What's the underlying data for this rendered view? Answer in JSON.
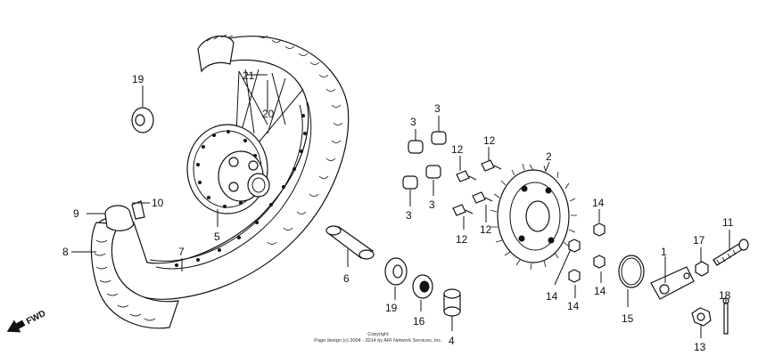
{
  "labels": {
    "p1": "1",
    "p2": "2",
    "p3a": "3",
    "p3b": "3",
    "p3c": "3",
    "p3d": "3",
    "p4": "4",
    "p5": "5",
    "p6": "6",
    "p7": "7",
    "p8": "8",
    "p9": "9",
    "p10": "10",
    "p11": "11",
    "p12a": "12",
    "p12b": "12",
    "p12c": "12",
    "p12d": "12",
    "p13": "13",
    "p14a": "14",
    "p14b": "14",
    "p14c": "14",
    "p14d": "14",
    "p15": "15",
    "p16": "16",
    "p17": "17",
    "p18": "18",
    "p19a": "19",
    "p19b": "19",
    "p20": "20",
    "p21": "21"
  },
  "fwd_label": "FWD",
  "copyright": {
    "line1": "Copyright",
    "line2": "Page design (c) 2004 - 2014 by ARI Network Services, Inc."
  }
}
